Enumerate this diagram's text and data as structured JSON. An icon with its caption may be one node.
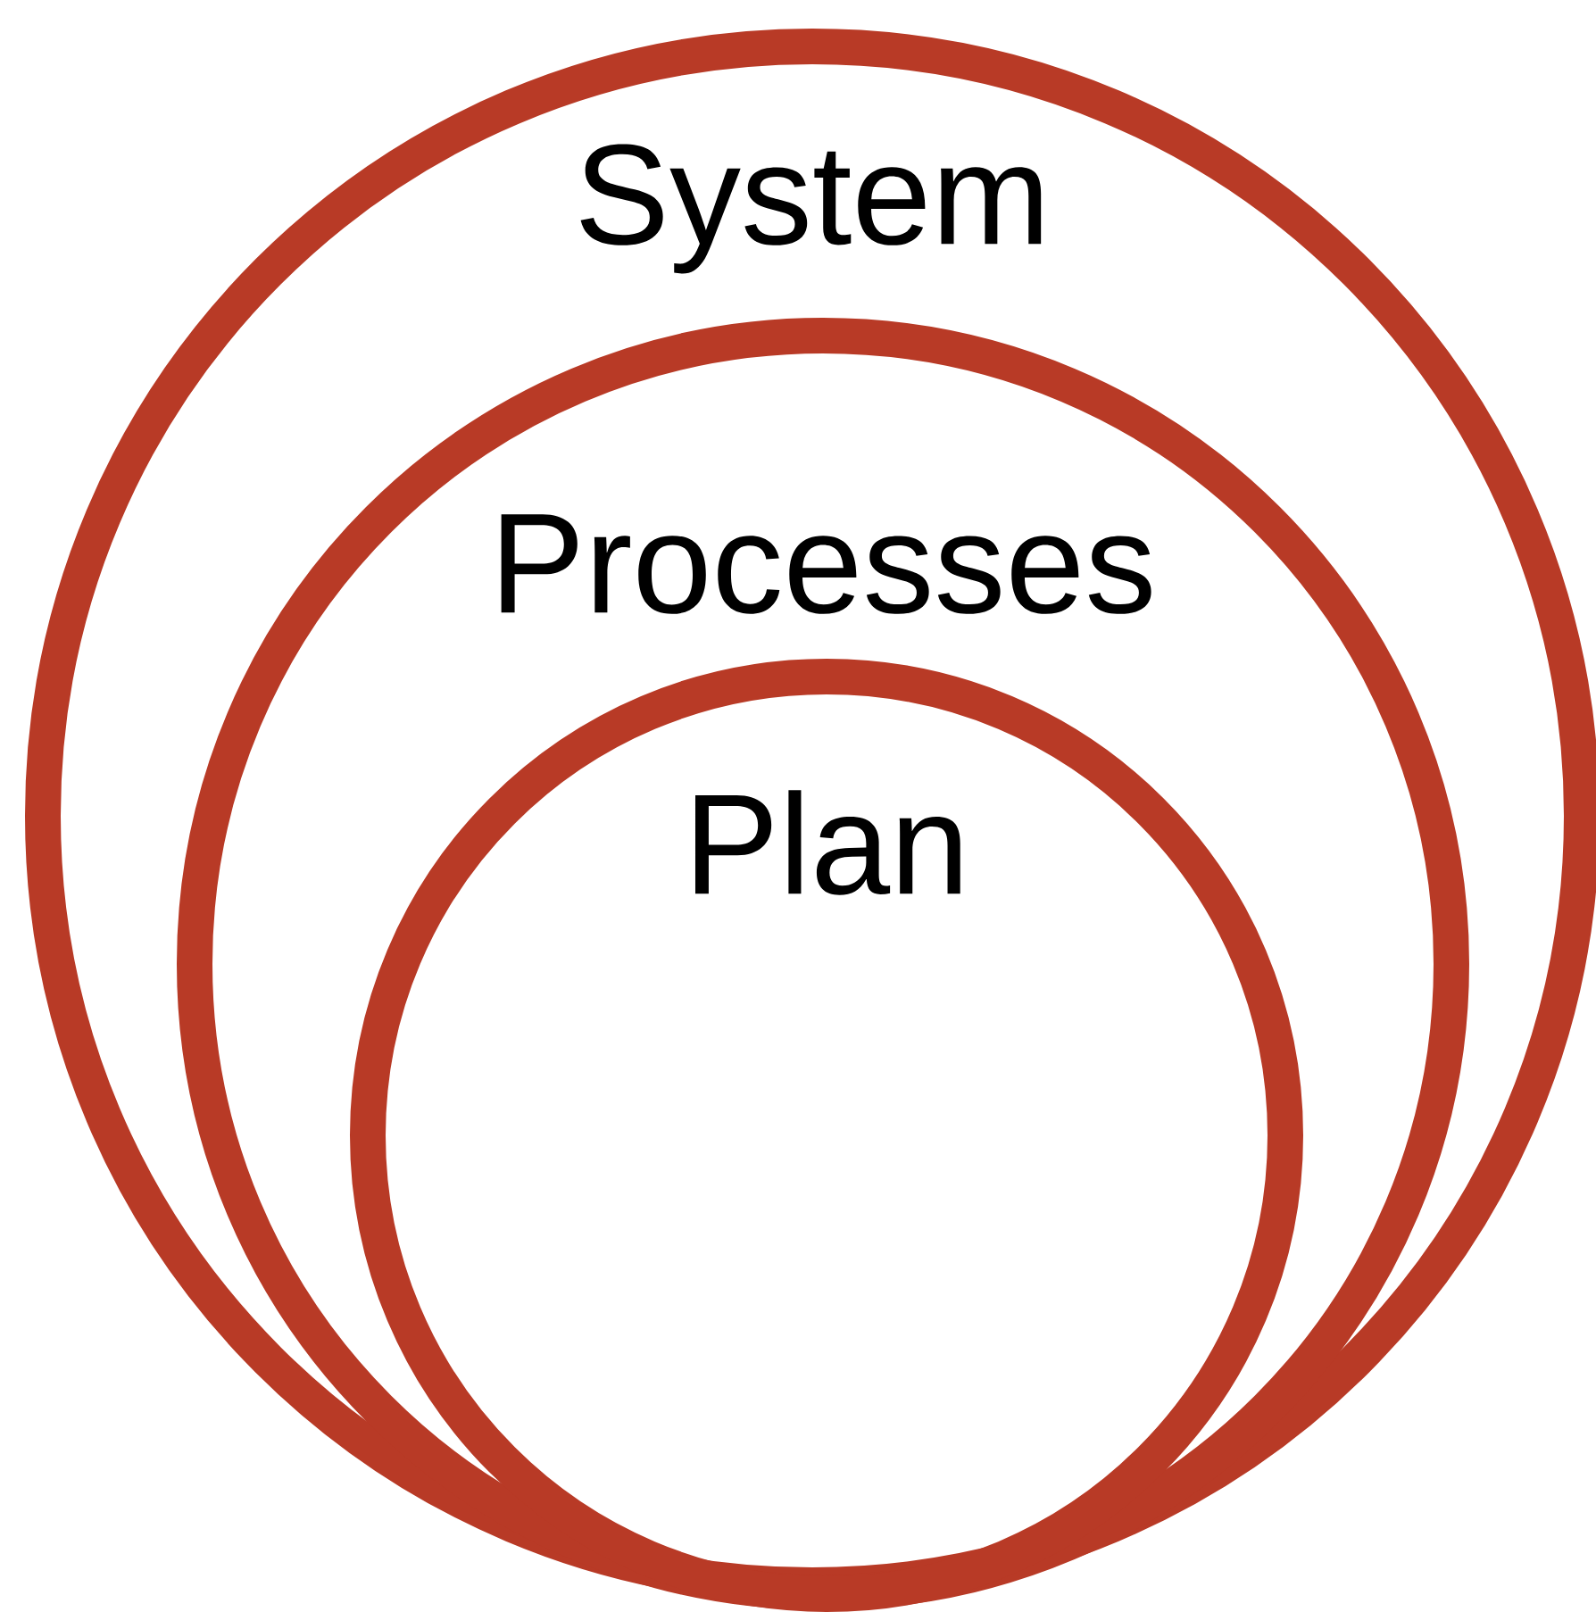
{
  "diagram": {
    "nodes": [
      {
        "text": [
          "System"
        ]
      },
      {
        "text": [
          "Processes"
        ],
        "in": 0
      },
      {
        "text": [
          "Plan"
        ],
        "in": 1
      }
    ]
  }
}
